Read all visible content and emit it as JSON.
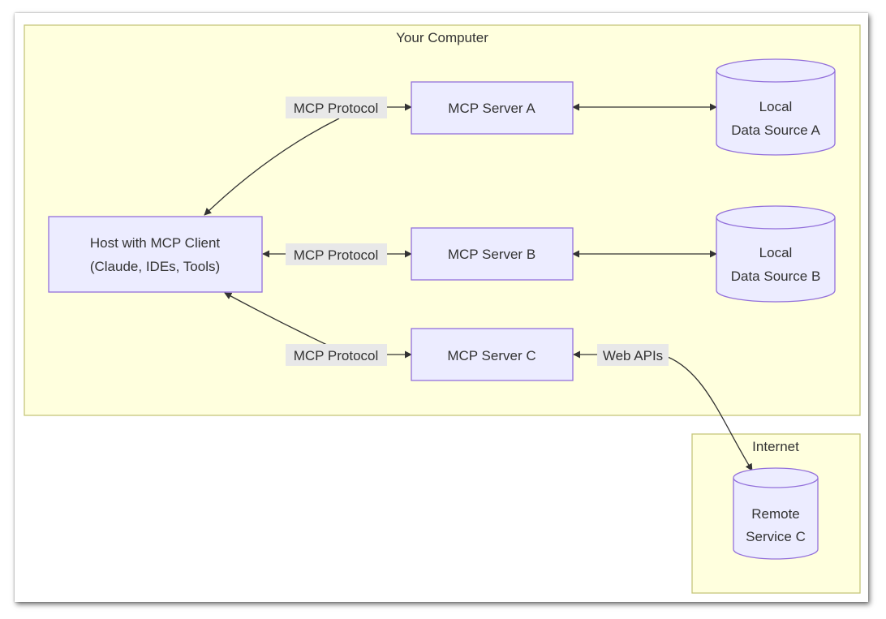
{
  "clusters": {
    "computer": "Your Computer",
    "internet": "Internet"
  },
  "nodes": {
    "host": [
      "Host with MCP Client",
      "(Claude, IDEs, Tools)"
    ],
    "server_a": "MCP Server A",
    "server_b": "MCP Server B",
    "server_c": "MCP Server C",
    "data_a": [
      "Local",
      "Data Source A"
    ],
    "data_b": [
      "Local",
      "Data Source B"
    ],
    "remote_c": [
      "Remote",
      "Service C"
    ]
  },
  "edges": {
    "host_a": "MCP Protocol",
    "host_b": "MCP Protocol",
    "host_c": "MCP Protocol",
    "c_remote": "Web APIs"
  },
  "colors": {
    "cluster_fill": "#ffffde",
    "cluster_stroke": "#c6c67b",
    "node_fill": "#ececff",
    "node_stroke": "#9370db",
    "label_bg": "#e8e8e8",
    "edge": "#333333"
  }
}
